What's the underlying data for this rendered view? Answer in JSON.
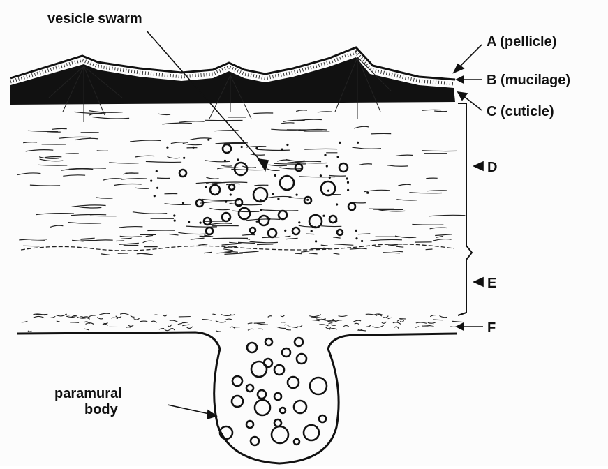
{
  "labels": {
    "vesicle_swarm": "vesicle swarm",
    "pellicle": "A (pellicle)",
    "mucilage": "B (mucilage)",
    "cuticle": "C (cuticle)",
    "layer_d": "D",
    "layer_e": "E",
    "layer_f": "F",
    "paramural_line1": "paramural",
    "paramural_line2": "body"
  },
  "colors": {
    "ink": "#111111",
    "background": "#fcfcfc"
  }
}
